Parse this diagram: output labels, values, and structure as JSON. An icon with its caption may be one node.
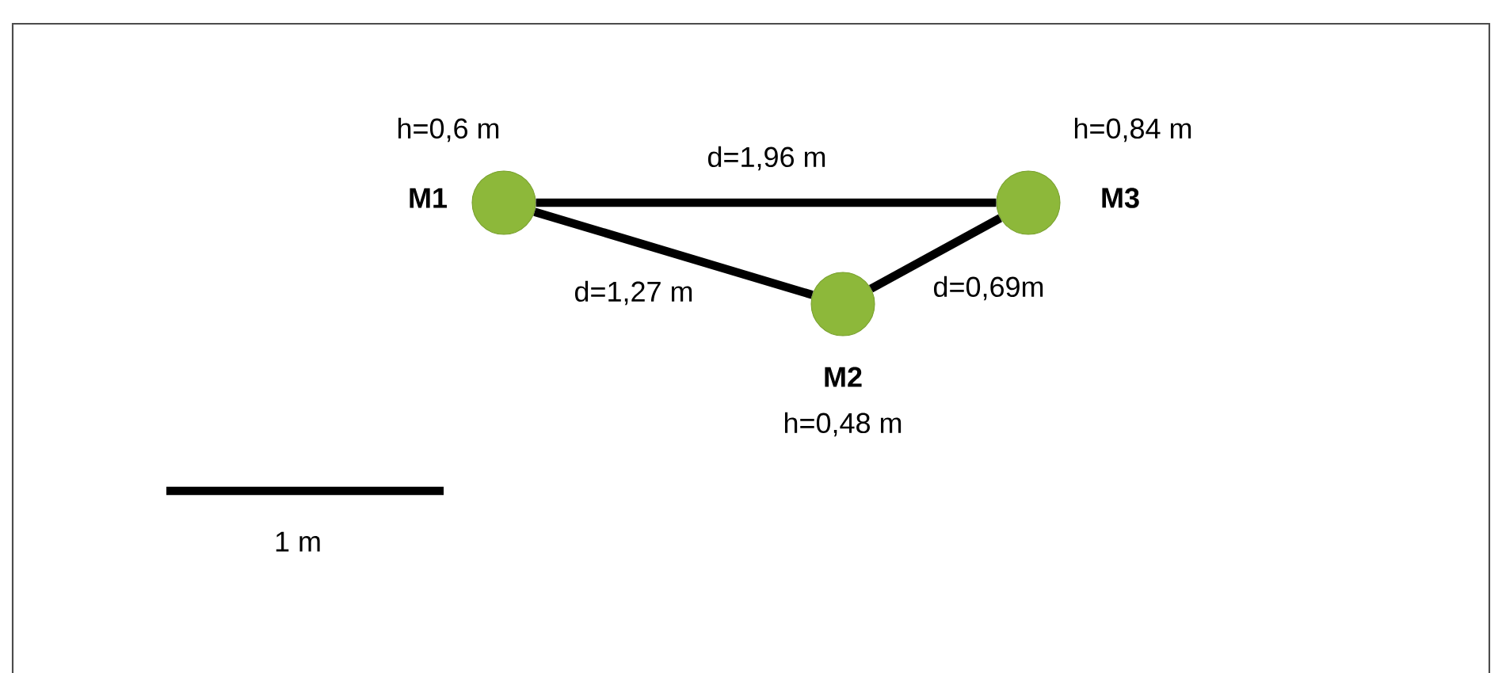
{
  "diagram": {
    "nodes": [
      {
        "text": [
          "M1"
        ],
        "beside": [
          "h=0,6 m"
        ]
      },
      {
        "text": [
          "M2"
        ],
        "beside": [
          "h=0,48 m"
        ]
      },
      {
        "text": [
          "M3"
        ],
        "beside": [
          "h=0,84 m"
        ]
      }
    ],
    "edges": [
      {
        "from": 0,
        "to": 2,
        "arrow": "none",
        "label": "d=1,96 m"
      },
      {
        "from": 0,
        "to": 1,
        "arrow": "none",
        "label": "d=1,27 m"
      },
      {
        "from": 1,
        "to": 2,
        "arrow": "none",
        "label": "d=0,69m"
      }
    ],
    "labels": [
      "1 m"
    ]
  }
}
